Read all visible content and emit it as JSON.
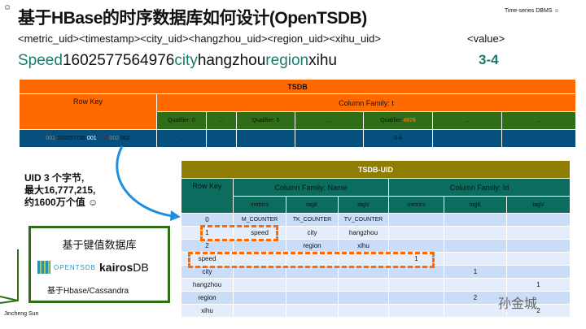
{
  "header": {
    "smile": "☺",
    "title": "基于HBase的时序数据库如何设计(OpenTSDB)",
    "tag": "Time-series DBMS ☺"
  },
  "format": {
    "key": "<metric_uid><timestamp><city_uid><hangzhou_uid><region_uid><xihu_uid>",
    "value": "<value>"
  },
  "example": {
    "metric": "Speed",
    "ts": "1602577564976",
    "k1": "city",
    "v1": "hangzhou",
    "k2": "region",
    "v2": "xihu",
    "value": "3-4"
  },
  "tsdb": {
    "title": "TSDB",
    "rowkey": "Row Key",
    "cf": "Column Family: t",
    "qualifiers": [
      "Qualifier: 0",
      "...",
      "Qualifier: 5",
      "...",
      "Qualifier:",
      "...",
      "..."
    ],
    "q4num": "4976",
    "rk": [
      "001",
      "160257756",
      "001",
      "001",
      "002",
      "002"
    ],
    "row": [
      "...",
      "",
      "",
      "",
      "3-4",
      "",
      ""
    ]
  },
  "uid": {
    "title": "TSDB-UID",
    "rowkey": "Row Key",
    "cf_name": "Column Family: Name",
    "cf_id": "Column Family: Id",
    "sub": [
      "metrics",
      "tagK",
      "tagV",
      "metrics",
      "tagK",
      "tagV"
    ],
    "rows": [
      [
        "0",
        "M_COUNTER",
        "TK_COUNTER",
        "TV_COUNTER",
        "",
        "",
        ""
      ],
      [
        "1",
        "speed",
        "city",
        "hangzhou",
        "",
        "",
        ""
      ],
      [
        "2",
        "",
        "region",
        "xihu",
        "",
        "",
        ""
      ],
      [
        "speed",
        "",
        "",
        "",
        "1",
        "",
        ""
      ],
      [
        "city",
        "",
        "",
        "",
        "",
        "1",
        ""
      ],
      [
        "hangzhou",
        "",
        "",
        "",
        "",
        "",
        "1"
      ],
      [
        "region",
        "",
        "",
        "",
        "",
        "2",
        ""
      ],
      [
        "xihu",
        "",
        "",
        "",
        "",
        "",
        "2"
      ]
    ]
  },
  "note": {
    "l1": "UID 3 个字节,",
    "l2": "最大16,777,215,",
    "l3": "约1600万个值 ☺"
  },
  "box": {
    "title": "基于键值数据库",
    "logo1": "OPENTSDB",
    "logo2": "kairos",
    "logo3": "DB",
    "sub": "基于Hbase/Cassandra"
  },
  "author": "Jincheng Sun",
  "watermark": "孙金城"
}
